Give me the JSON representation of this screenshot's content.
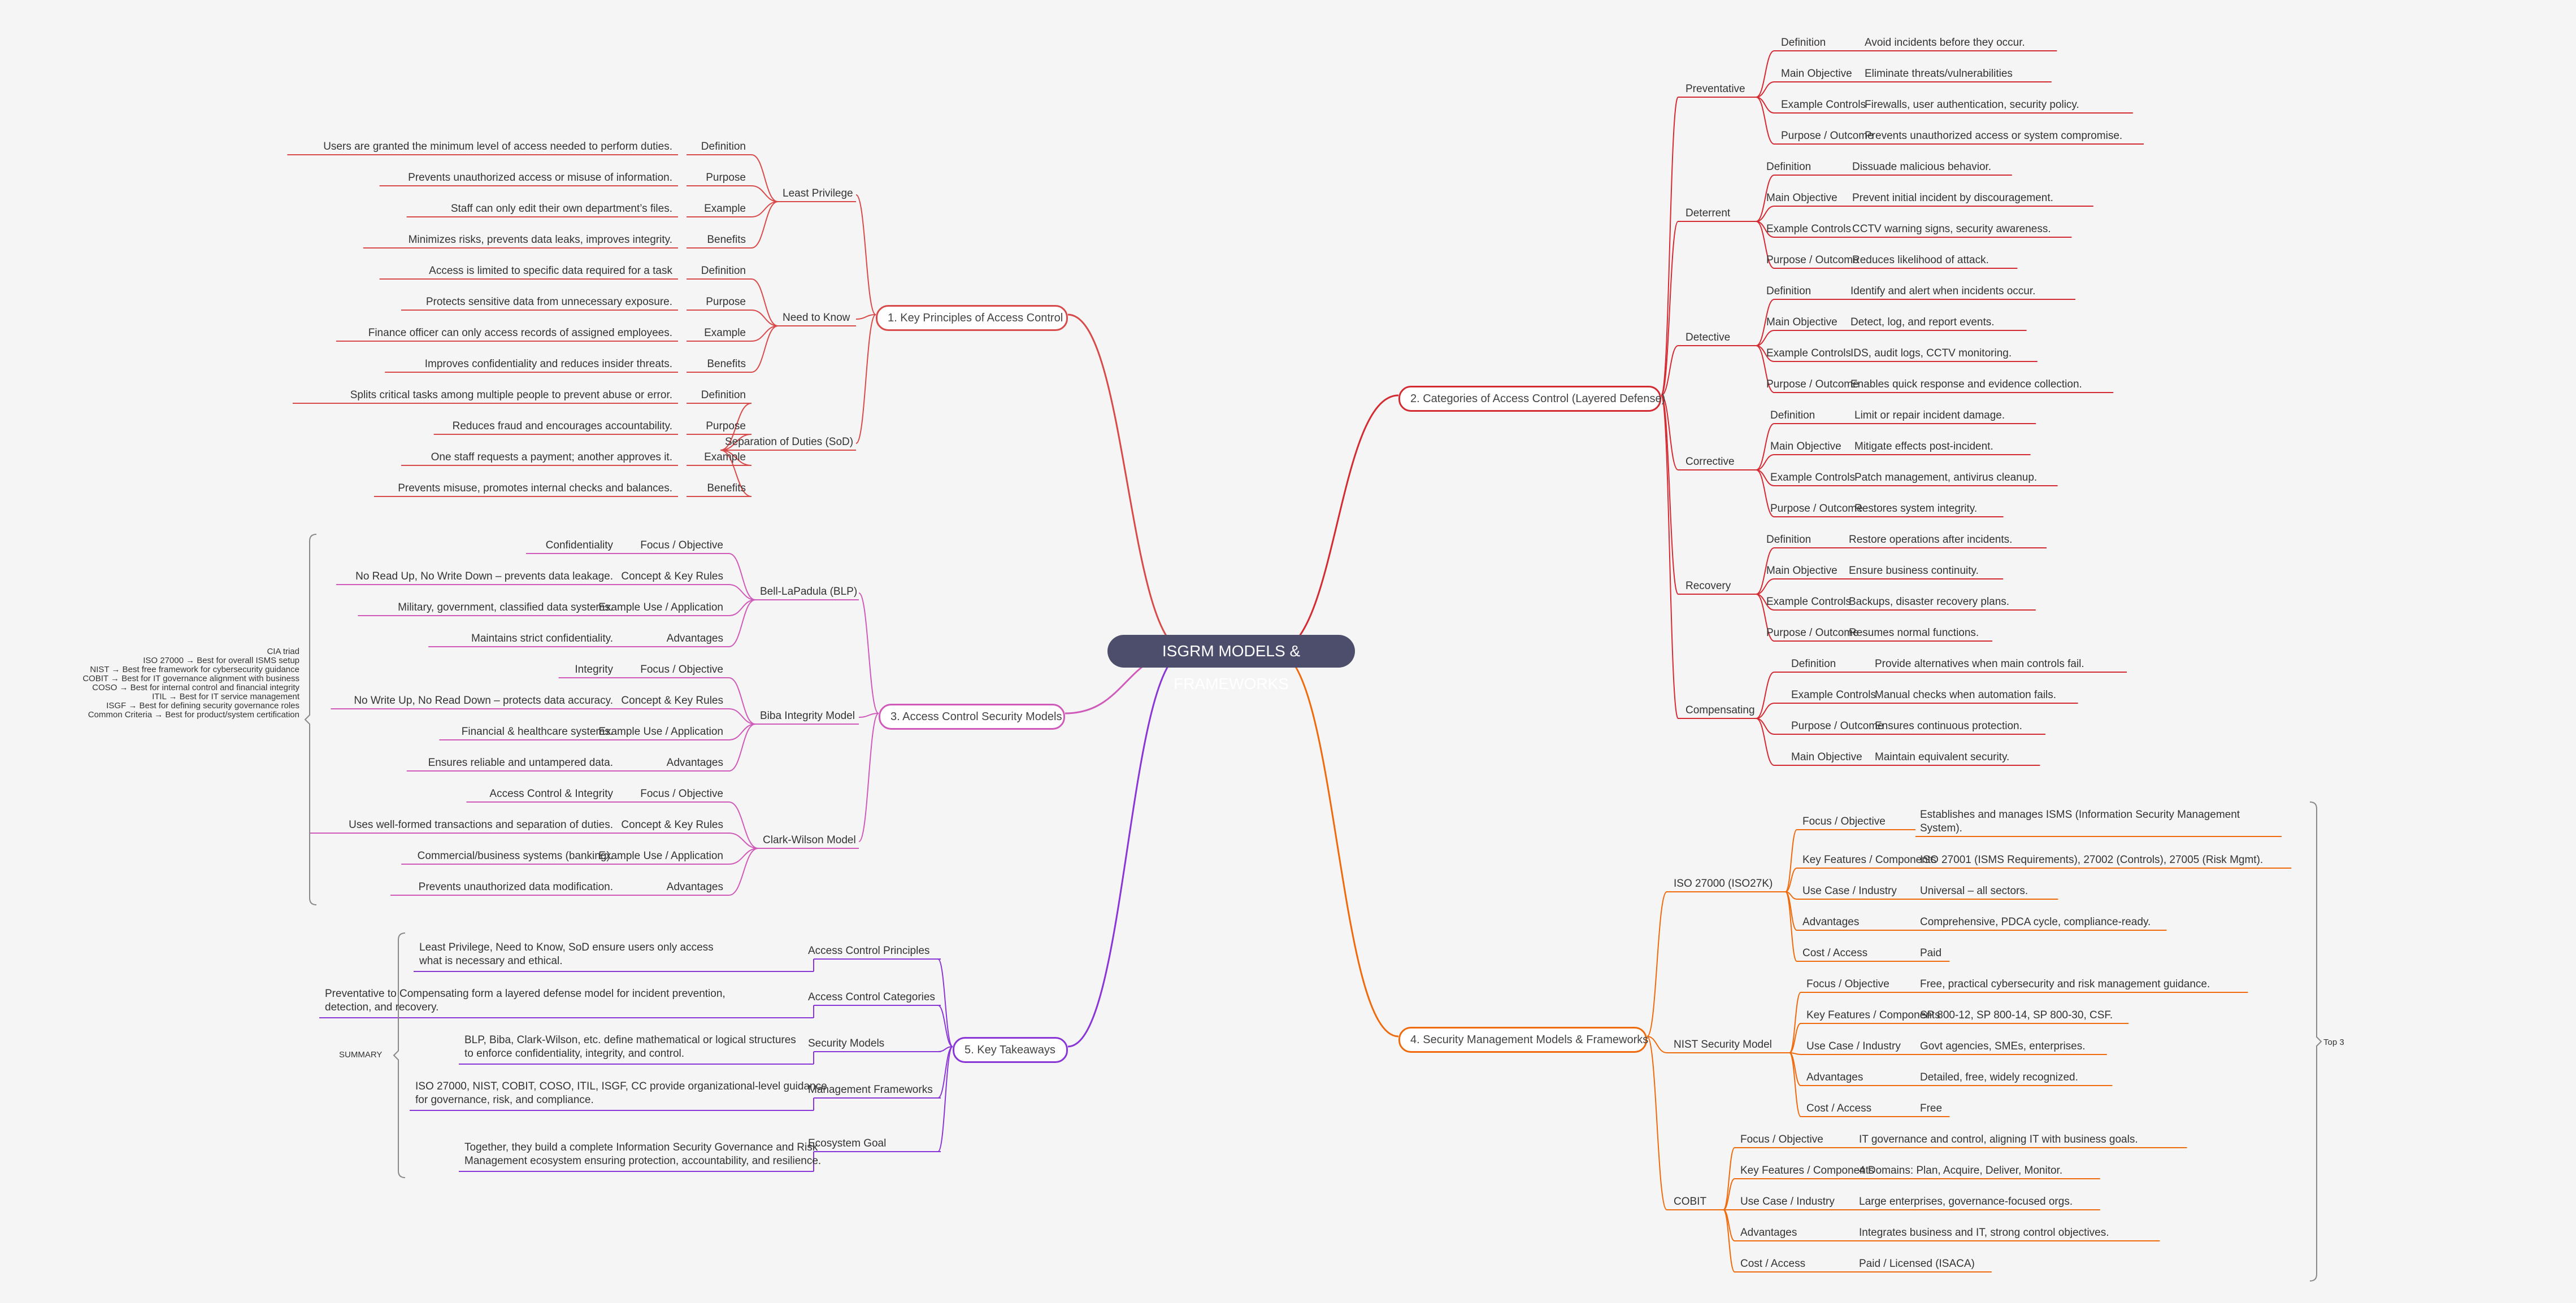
{
  "root": {
    "title": "ISGRM MODELS & FRAMEWORKS"
  },
  "branch1": {
    "title": "1. Key Principles of Access Control",
    "children": [
      {
        "label": "Least Privilege",
        "items": [
          {
            "label": "Definition",
            "text": "Users are granted the minimum level of access needed to perform duties."
          },
          {
            "label": "Purpose",
            "text": "Prevents unauthorized access or misuse of information."
          },
          {
            "label": "Example",
            "text": "Staff can only edit their own department’s files."
          },
          {
            "label": "Benefits",
            "text": "Minimizes risks, prevents data leaks, improves integrity."
          }
        ]
      },
      {
        "label": "Need to Know",
        "items": [
          {
            "label": "Definition",
            "text": "Access is limited to specific data required for a task"
          },
          {
            "label": "Purpose",
            "text": "Protects sensitive data from unnecessary exposure."
          },
          {
            "label": "Example",
            "text": "Finance officer can only access records of assigned employees."
          },
          {
            "label": "Benefits",
            "text": "Improves confidentiality and reduces insider threats."
          }
        ]
      },
      {
        "label": "Separation of Duties (SoD)",
        "items": [
          {
            "label": "Definition",
            "text": "Splits critical tasks among multiple people to prevent abuse or error."
          },
          {
            "label": "Purpose",
            "text": "Reduces fraud and encourages accountability."
          },
          {
            "label": "Example",
            "text": "One staff requests a payment; another approves it."
          },
          {
            "label": "Benefits",
            "text": "Prevents misuse, promotes internal checks and balances."
          }
        ]
      }
    ]
  },
  "branch3": {
    "title": "3. Access Control Security Models",
    "children": [
      {
        "label": "Bell-LaPadula (BLP)",
        "items": [
          {
            "label": "Focus / Objective",
            "text": "Confidentiality"
          },
          {
            "label": "Concept & Key Rules",
            "text": "No Read Up, No Write Down – prevents data leakage."
          },
          {
            "label": "Example Use / Application",
            "text": "Military, government, classified data systems."
          },
          {
            "label": "Advantages",
            "text": "Maintains strict confidentiality."
          }
        ]
      },
      {
        "label": "Biba Integrity Model",
        "items": [
          {
            "label": "Focus / Objective",
            "text": "Integrity"
          },
          {
            "label": "Concept & Key Rules",
            "text": "No Write Up, No Read Down – protects data accuracy."
          },
          {
            "label": "Example Use / Application",
            "text": "Financial & healthcare systems."
          },
          {
            "label": "Advantages",
            "text": "Ensures reliable and untampered data."
          }
        ]
      },
      {
        "label": "Clark-Wilson Model",
        "items": [
          {
            "label": "Focus / Objective",
            "text": "Access Control & Integrity"
          },
          {
            "label": "Concept & Key Rules",
            "text": "Uses well-formed transactions and separation of duties."
          },
          {
            "label": "Example Use / Application",
            "text": "Commercial/business systems (banking)."
          },
          {
            "label": "Advantages",
            "text": "Prevents unauthorized data modification."
          }
        ]
      }
    ]
  },
  "cia_note": {
    "lines": [
      "CIA triad",
      "ISO 27000 → Best for overall ISMS setup",
      "NIST → Best free framework for cybersecurity guidance",
      "COBIT → Best for IT governance alignment with business",
      "COSO → Best for internal control and financial integrity",
      "ITIL → Best for IT service management",
      "ISGF → Best for defining security governance roles",
      "Common Criteria → Best for product/system certification"
    ]
  },
  "branch5": {
    "title": "5. Key Takeaways",
    "summary_label": "SUMMARY",
    "items": [
      {
        "label": "Access Control Principles",
        "text": "Least Privilege, Need to Know, SoD ensure users only access what is necessary and ethical."
      },
      {
        "label": "Access Control Categories",
        "text": "Preventative to Compensating form a layered defense model for incident prevention, detection, and recovery."
      },
      {
        "label": "Security Models",
        "text": "BLP, Biba, Clark-Wilson, etc. define mathematical or logical structures to enforce confidentiality, integrity, and control."
      },
      {
        "label": "Management Frameworks",
        "text": "ISO 27000, NIST, COBIT, COSO, ITIL, ISGF, CC provide organizational-level guidance for governance, risk, and compliance."
      },
      {
        "label": "Ecosystem Goal",
        "text": "Together, they build a complete Information Security Governance and Risk Management ecosystem ensuring protection, accountability, and resilience."
      }
    ]
  },
  "branch2": {
    "title": "2. Categories of Access Control (Layered Defense)",
    "children": [
      {
        "label": "Preventative",
        "items": [
          {
            "label": "Definition",
            "text": "Avoid incidents before they occur."
          },
          {
            "label": "Main Objective",
            "text": "Eliminate threats/vulnerabilities"
          },
          {
            "label": "Example Controls",
            "text": "Firewalls, user authentication, security policy."
          },
          {
            "label": "Purpose / Outcome",
            "text": "Prevents unauthorized access or system compromise."
          }
        ]
      },
      {
        "label": "Deterrent",
        "items": [
          {
            "label": "Definition",
            "text": "Dissuade malicious behavior."
          },
          {
            "label": "Main Objective",
            "text": "Prevent initial incident by discouragement."
          },
          {
            "label": "Example Controls",
            "text": "CCTV warning signs, security awareness."
          },
          {
            "label": "Purpose / Outcome",
            "text": "Reduces likelihood of attack."
          }
        ]
      },
      {
        "label": "Detective",
        "items": [
          {
            "label": "Definition",
            "text": "Identify and alert when incidents occur."
          },
          {
            "label": "Main Objective",
            "text": "Detect, log, and report events."
          },
          {
            "label": "Example Controls",
            "text": "IDS, audit logs, CCTV monitoring."
          },
          {
            "label": "Purpose / Outcome",
            "text": "Enables quick response and evidence collection."
          }
        ]
      },
      {
        "label": "Corrective",
        "items": [
          {
            "label": "Definition",
            "text": "Limit or repair incident damage."
          },
          {
            "label": "Main Objective",
            "text": "Mitigate effects post-incident."
          },
          {
            "label": "Example Controls",
            "text": "Patch management, antivirus cleanup."
          },
          {
            "label": "Purpose / Outcome",
            "text": "Restores system integrity."
          }
        ]
      },
      {
        "label": "Recovery",
        "items": [
          {
            "label": "Definition",
            "text": "Restore operations after incidents."
          },
          {
            "label": "Main Objective",
            "text": "Ensure business continuity."
          },
          {
            "label": "Example Controls",
            "text": "Backups, disaster recovery plans."
          },
          {
            "label": "Purpose / Outcome",
            "text": "Resumes normal functions."
          }
        ]
      },
      {
        "label": "Compensating",
        "items": [
          {
            "label": "Definition",
            "text": "Provide alternatives when main controls fail."
          },
          {
            "label": "Example Controls",
            "text": "Manual checks when automation fails."
          },
          {
            "label": "Purpose / Outcome",
            "text": "Ensures continuous protection."
          },
          {
            "label": "Main Objective",
            "text": "Maintain equivalent security."
          }
        ]
      }
    ]
  },
  "branch4": {
    "title": "4. Security Management Models & Frameworks",
    "summary_label": "Top 3",
    "children": [
      {
        "label": "ISO 27000 (ISO27K)",
        "items": [
          {
            "label": "Focus / Objective",
            "text": "Establishes and manages ISMS (Information Security Management System)."
          },
          {
            "label": "Key Features / Components",
            "text": "ISO 27001 (ISMS Requirements), 27002 (Controls), 27005 (Risk Mgmt)."
          },
          {
            "label": "Use Case / Industry",
            "text": "Universal – all sectors."
          },
          {
            "label": "Advantages",
            "text": "Comprehensive, PDCA cycle, compliance-ready."
          },
          {
            "label": "Cost / Access",
            "text": "Paid"
          }
        ]
      },
      {
        "label": "NIST Security Model",
        "items": [
          {
            "label": "Focus / Objective",
            "text": "Free, practical cybersecurity and risk management guidance."
          },
          {
            "label": "Key Features / Components",
            "text": "SP 800-12, SP 800-14, SP 800-30, CSF."
          },
          {
            "label": "Use Case / Industry",
            "text": "Govt agencies, SMEs, enterprises."
          },
          {
            "label": "Advantages",
            "text": "Detailed, free, widely recognized."
          },
          {
            "label": "Cost / Access",
            "text": "Free"
          }
        ]
      },
      {
        "label": "COBIT",
        "items": [
          {
            "label": "Focus / Objective",
            "text": "IT governance and control, aligning IT with business goals."
          },
          {
            "label": "Key Features / Components",
            "text": "4 Domains: Plan, Acquire, Deliver, Monitor."
          },
          {
            "label": "Use Case / Industry",
            "text": "Large enterprises, governance-focused orgs."
          },
          {
            "label": "Advantages",
            "text": "Integrates business and IT, strong control objectives."
          },
          {
            "label": "Cost / Access",
            "text": "Paid / Licensed (ISACA)"
          }
        ]
      }
    ]
  },
  "colors": {
    "branch1": "#d84a4a",
    "branch2": "#d42a32",
    "branch3": "#cf5ab9",
    "branch4": "#ef6a0c",
    "branch5": "#8a35d6",
    "root": "#4c4e6c"
  }
}
